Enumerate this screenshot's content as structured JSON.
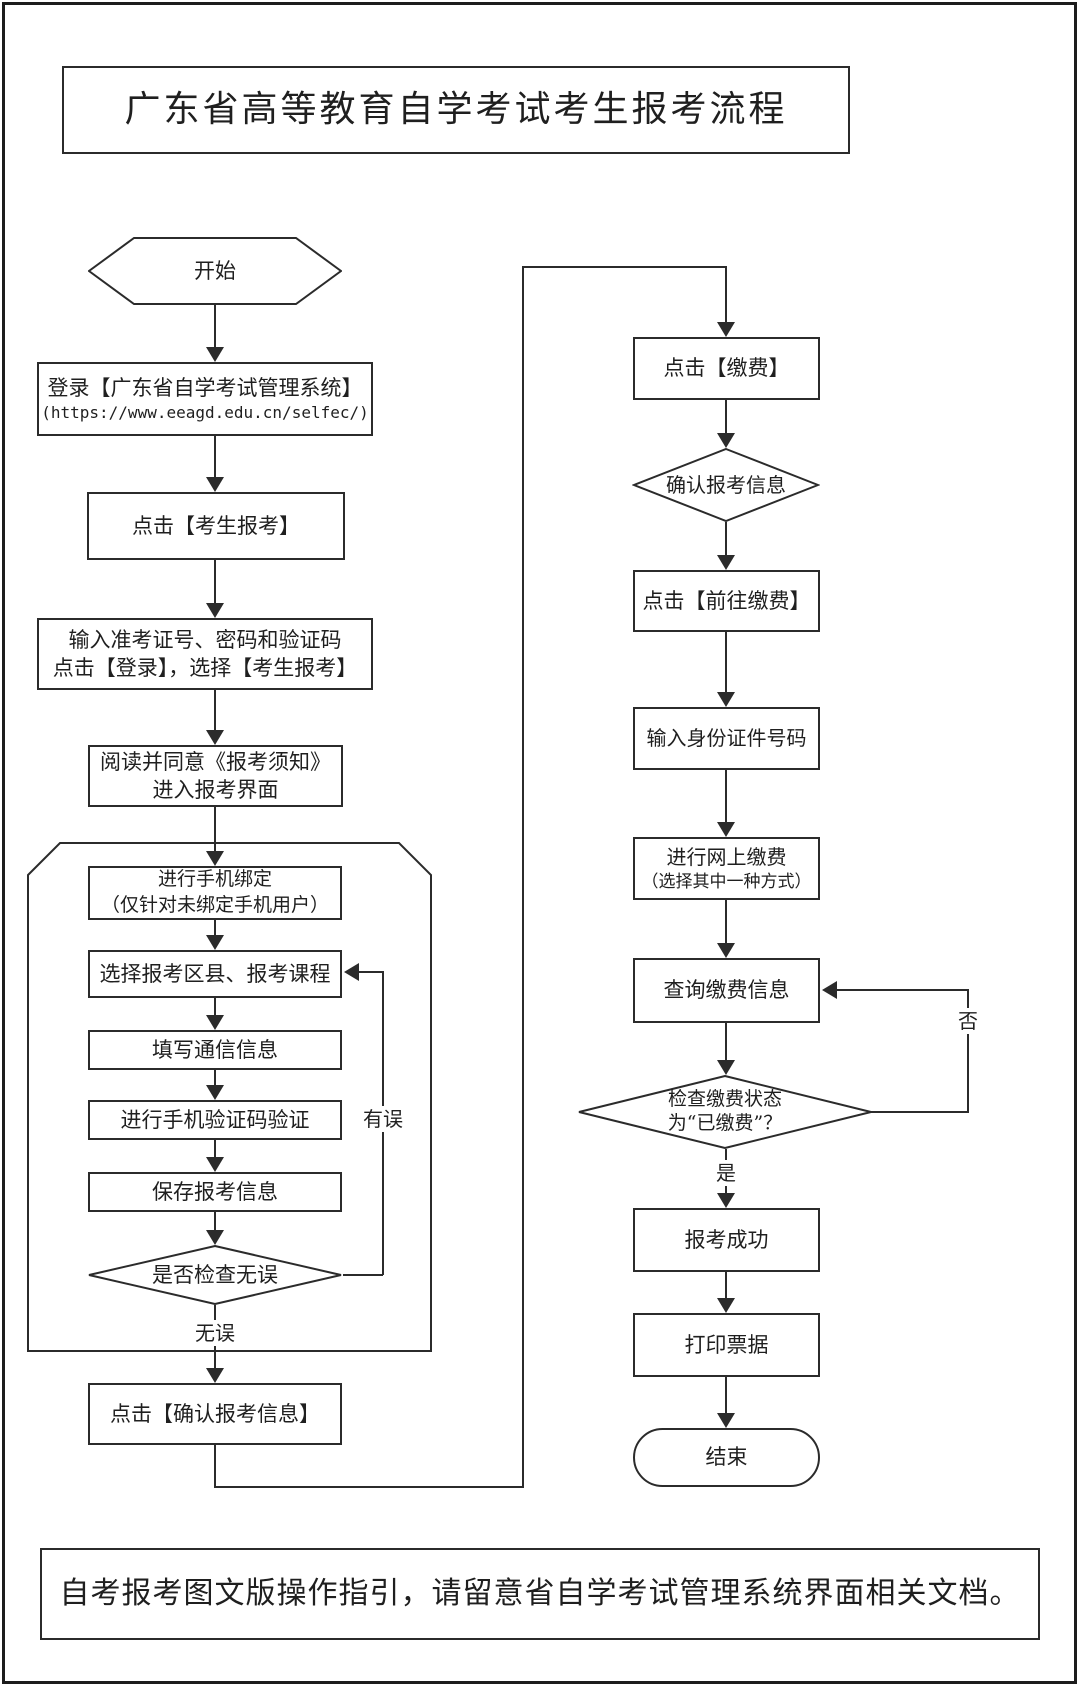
{
  "title": "广东省高等教育自学考试考生报考流程",
  "flow": {
    "start": "开始",
    "login_line1": "登录【广东省自学考试管理系统】",
    "login_line2": "(https://www.eeagd.edu.cn/selfec/)",
    "click_register": "点击【考生报考】",
    "credentials_line1": "输入准考证号、密码和验证码",
    "credentials_line2": "点击【登录】，选择【考生报考】",
    "notice_line1": "阅读并同意《报考须知》",
    "notice_line2": "进入报考界面",
    "bind_phone_line1": "进行手机绑定",
    "bind_phone_line2": "（仅针对未绑定手机用户）",
    "select_courses": "选择报考区县、报考课程",
    "fill_contact": "填写通信信息",
    "verify_sms": "进行手机验证码验证",
    "save_info": "保存报考信息",
    "check_decision": "是否检查无误",
    "label_has_error": "有误",
    "label_no_error": "无误",
    "confirm_info": "点击【确认报考信息】",
    "click_pay": "点击【缴费】",
    "confirm_decision": "确认报考信息",
    "goto_pay": "点击【前往缴费】",
    "enter_id": "输入身份证件号码",
    "online_pay_line1": "进行网上缴费",
    "online_pay_line2": "（选择其中一种方式）",
    "query_pay": "查询缴费信息",
    "status_line1": "检查缴费状态",
    "status_line2": "为“已缴费”？",
    "label_yes": "是",
    "label_no": "否",
    "success": "报考成功",
    "print_receipt": "打印票据",
    "end": "结束"
  },
  "footer_note": "自考报考图文版操作指引，请留意省自学考试管理系统界面相关文档。",
  "colors": {
    "line": "#2b2b2b",
    "text": "#1f1f1f",
    "background": "#ffffff"
  }
}
